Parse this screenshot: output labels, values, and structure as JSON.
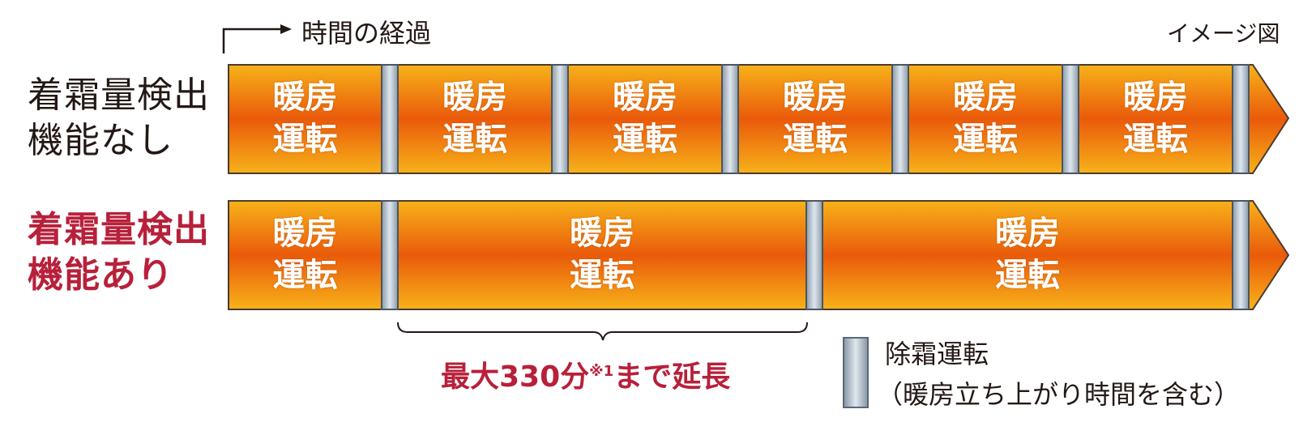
{
  "header": {
    "time_label": "時間の経過",
    "image_note": "イメージ図"
  },
  "rows": [
    {
      "label_line1": "着霜量検出",
      "label_line2": "機能なし",
      "segments": [
        {
          "line1": "暖房",
          "line2": "運転"
        },
        {
          "line1": "暖房",
          "line2": "運転"
        },
        {
          "line1": "暖房",
          "line2": "運転"
        },
        {
          "line1": "暖房",
          "line2": "運転"
        },
        {
          "line1": "暖房",
          "line2": "運転"
        },
        {
          "line1": "暖房",
          "line2": "運転"
        }
      ]
    },
    {
      "label_line1": "着霜量検出",
      "label_line2": "機能あり",
      "segments": [
        {
          "line1": "暖房",
          "line2": "運転"
        },
        {
          "line1": "暖房",
          "line2": "運転"
        },
        {
          "line1": "暖房",
          "line2": "運転"
        }
      ]
    }
  ],
  "extension": {
    "text": "最大330分",
    "footnote": "※1",
    "suffix": "まで延長"
  },
  "legend": {
    "line1": "除霜運転",
    "line2": "（暖房立ち上がり時間を含む）"
  },
  "colors": {
    "accent": "#b8203a",
    "bar_core": "#ea5a0a",
    "bar_edge": "#f7b21a",
    "defrost": "#c9d4dd"
  }
}
